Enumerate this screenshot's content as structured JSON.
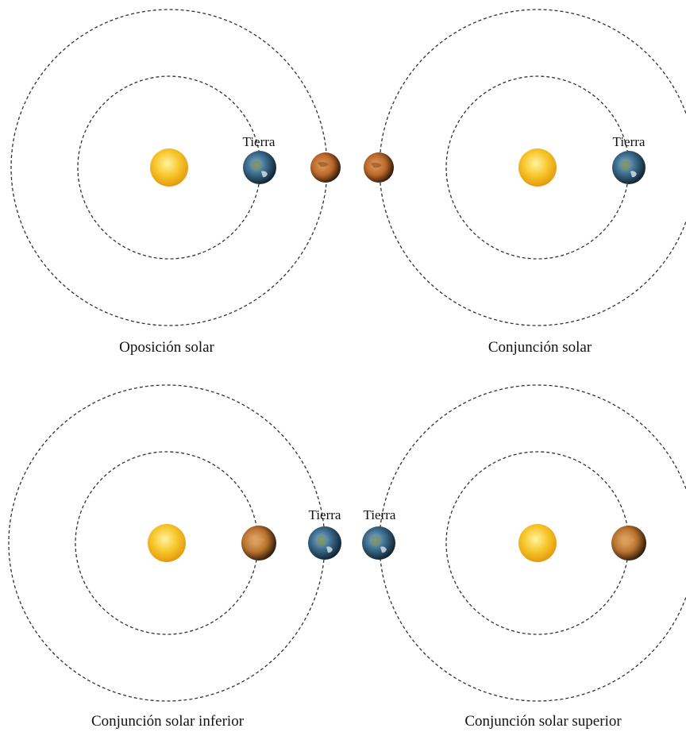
{
  "colors": {
    "background": "#ffffff",
    "orbit_stroke": "#333333",
    "sun": "#f4c020",
    "earth": "#2b5a7a",
    "mars": "#b9672a",
    "venus": "#b8722e"
  },
  "panels": [
    {
      "caption": "Oposición solar",
      "planets": [
        {
          "body": "sun",
          "icon": "sun-icon"
        },
        {
          "body": "earth",
          "icon": "earth-icon",
          "label": "Tierra"
        },
        {
          "body": "mars",
          "icon": "mars-icon"
        }
      ]
    },
    {
      "caption": "Conjunción solar",
      "planets": [
        {
          "body": "mars",
          "icon": "mars-icon"
        },
        {
          "body": "sun",
          "icon": "sun-icon"
        },
        {
          "body": "earth",
          "icon": "earth-icon",
          "label": "Tierra"
        }
      ]
    },
    {
      "caption": "Conjunción solar inferior",
      "planets": [
        {
          "body": "sun",
          "icon": "sun-icon"
        },
        {
          "body": "venus",
          "icon": "venus-icon"
        },
        {
          "body": "earth",
          "icon": "earth-icon",
          "label": "Tierra"
        }
      ]
    },
    {
      "caption": "Conjunción solar superior",
      "planets": [
        {
          "body": "earth",
          "icon": "earth-icon",
          "label": "Tierra"
        },
        {
          "body": "sun",
          "icon": "sun-icon"
        },
        {
          "body": "venus",
          "icon": "venus-icon"
        }
      ]
    }
  ]
}
